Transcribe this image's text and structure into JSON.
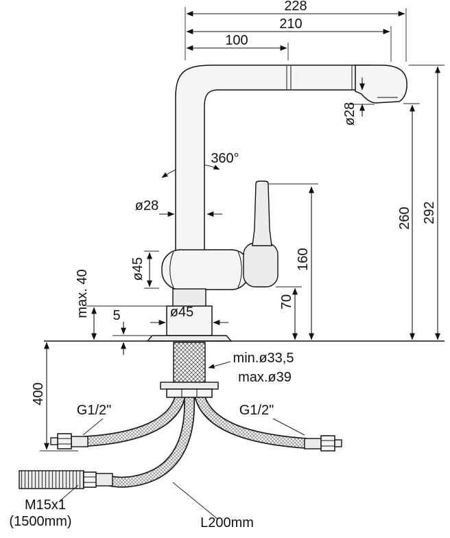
{
  "drawing_type": "kitchen-mixer-faucet-installation-dimensions",
  "colors": {
    "line": "#111111",
    "metal_fill": "#f5f5f5",
    "background": "#ffffff"
  },
  "labels": {
    "top_outer": "228",
    "top_mid": "210",
    "top_inner": "100",
    "head_dia": "ø28",
    "height_total": "292",
    "height_spout": "260",
    "height_handle_top": "160",
    "height_handle_bottom": "70",
    "swivel": "360°",
    "column_dia": "ø28",
    "body_dia": "ø45",
    "base_dia": "ø45",
    "deck_max": "max. 40",
    "plate_height": "5",
    "hole_min": "min.ø33,5",
    "hole_max": "max.ø39",
    "depth_below": "400",
    "conn_left": "G1/2\"",
    "conn_right": "G1/2\"",
    "pullout_thread": "M15x1",
    "pullout_length": "(1500mm)",
    "hose_length": "L200mm"
  }
}
